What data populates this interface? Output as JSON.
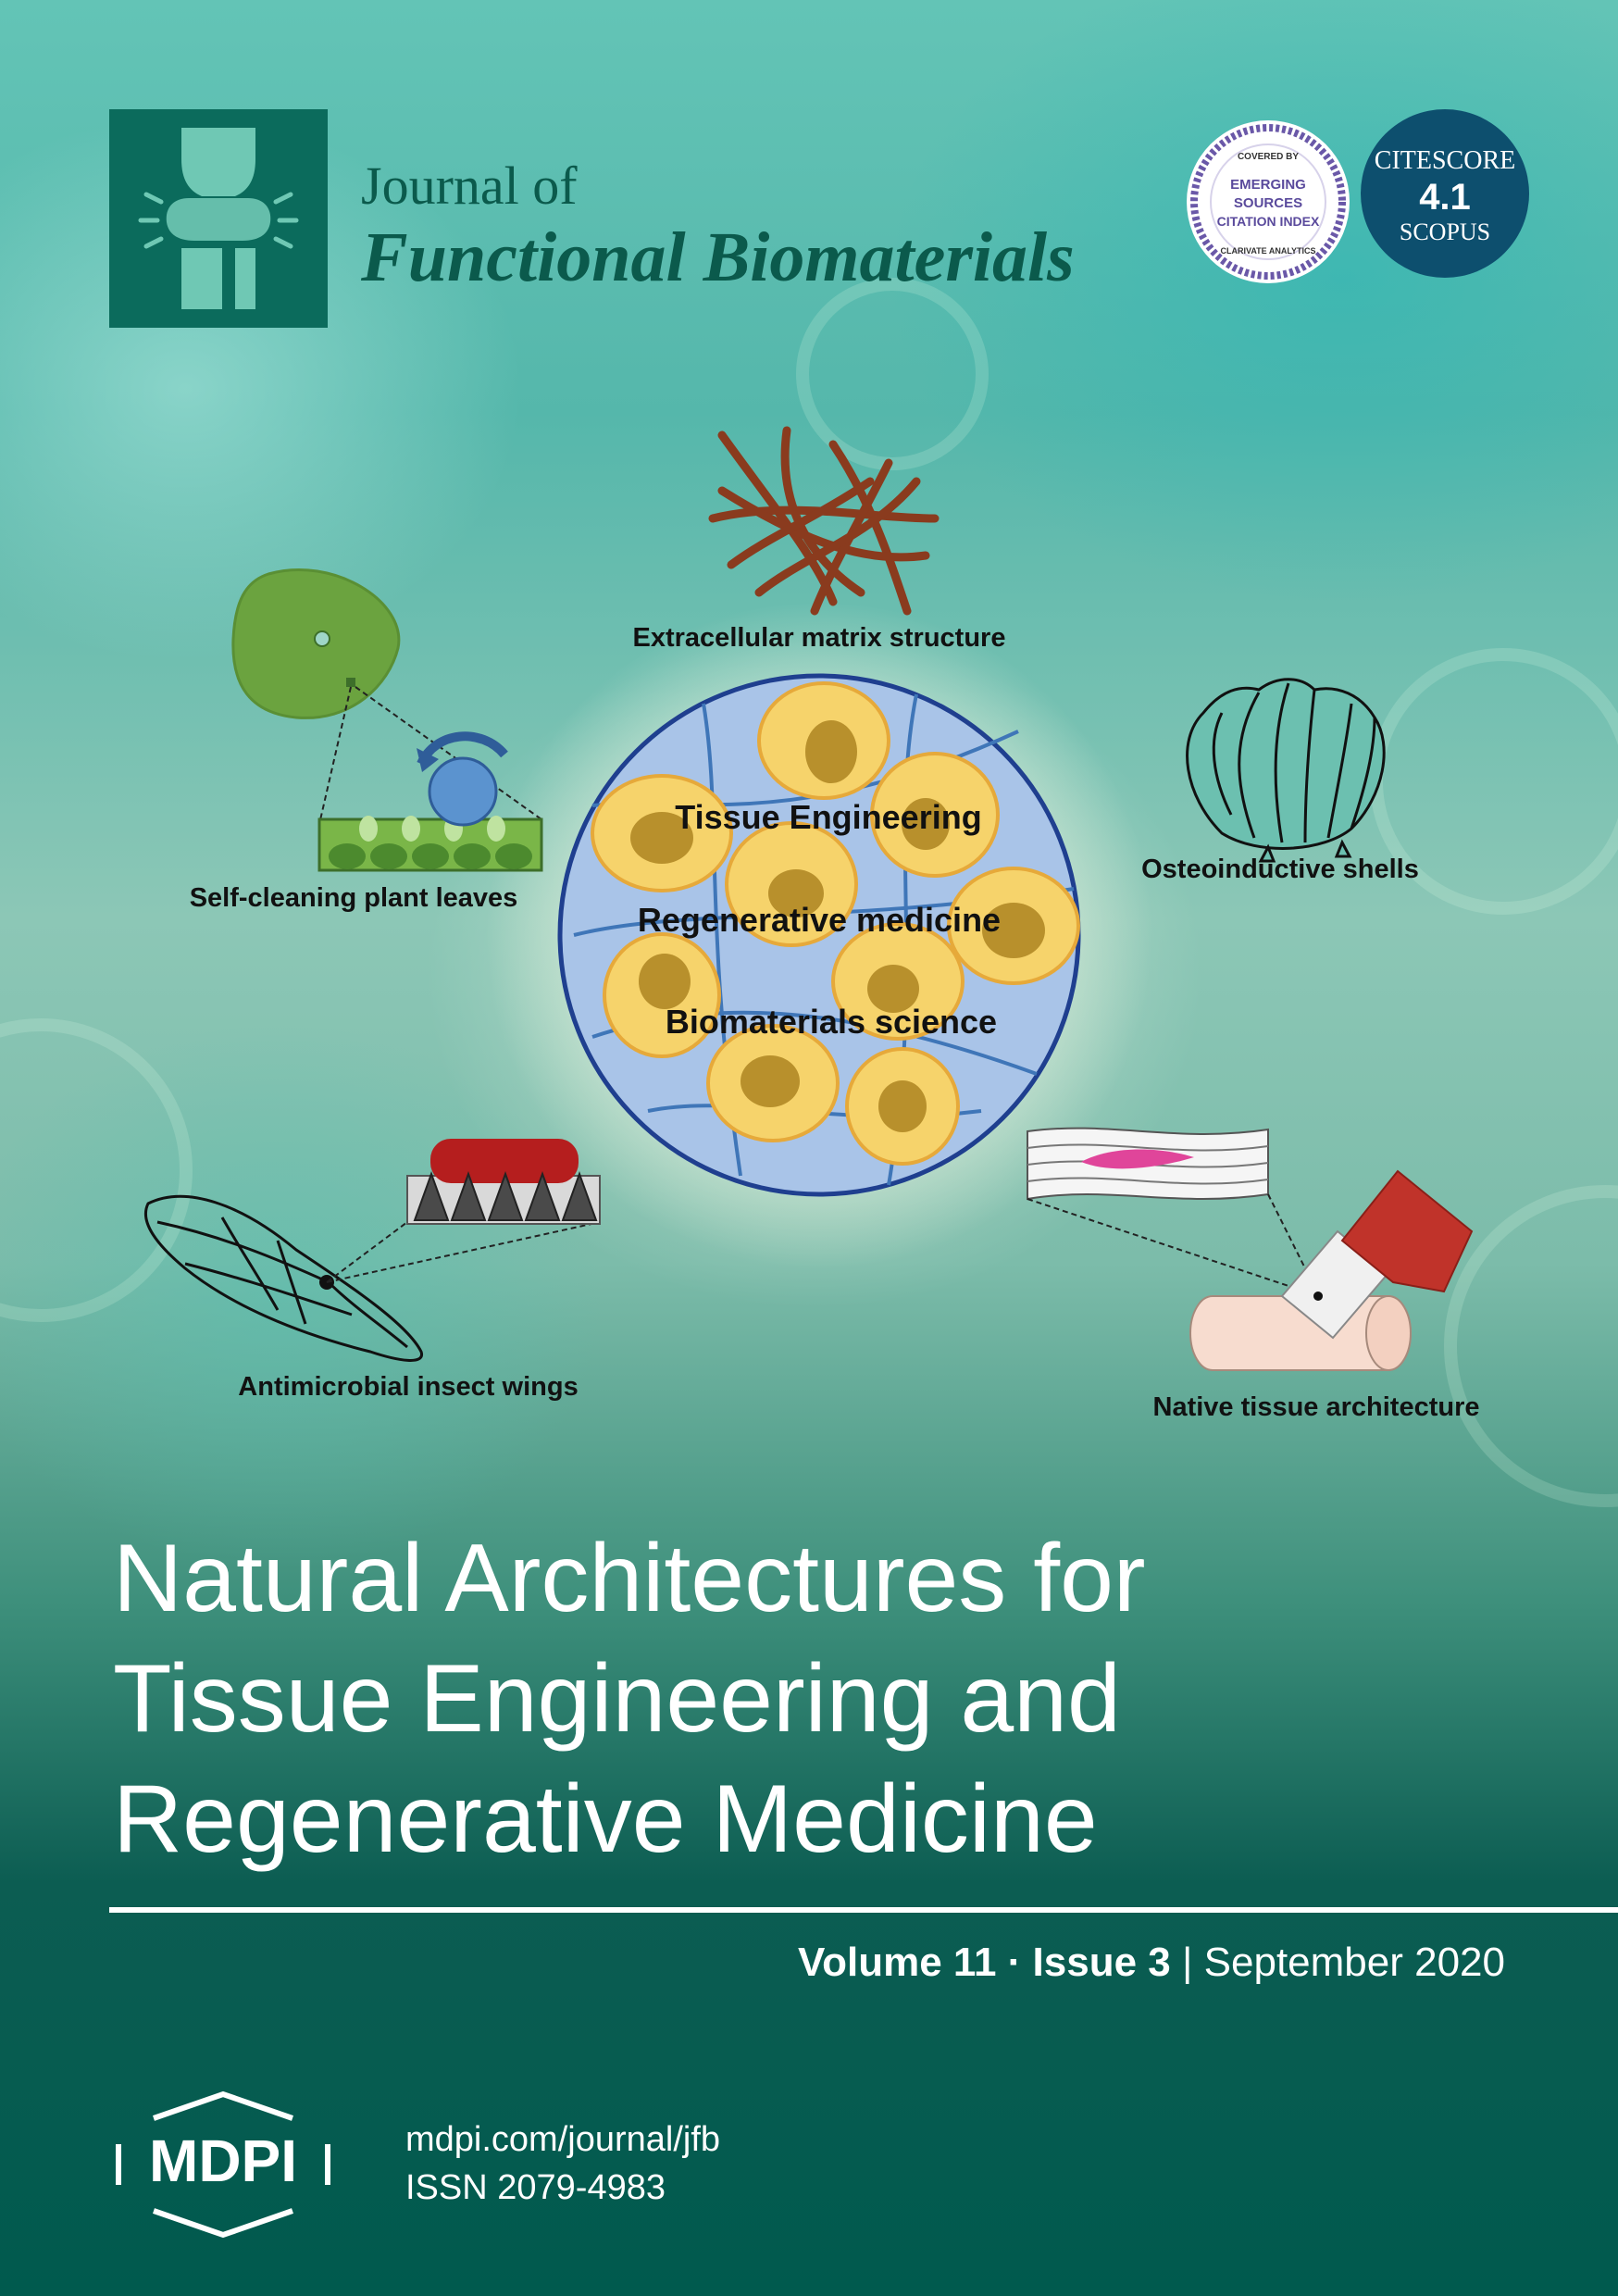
{
  "journal": {
    "title_line1": "Journal of",
    "title_line2": "Functional Biomaterials"
  },
  "badges": {
    "esci_line1": "COVERED BY",
    "esci_line2": "EMERGING",
    "esci_line3": "SOURCES",
    "esci_line4": "CITATION INDEX",
    "esci_line5": "CLARIVATE ANALYTICS",
    "citescore_label": "CITESCORE",
    "citescore_value": "4.1",
    "citescore_source": "SCOPUS"
  },
  "illustration": {
    "ecm_label": "Extracellular matrix structure",
    "leaves_label": "Self-cleaning plant leaves",
    "shells_label": "Osteoinductive shells",
    "wings_label": "Antimicrobial insect wings",
    "tissue_label": "Native tissue architecture",
    "center_line1": "Tissue Engineering",
    "center_line2": "Regenerative medicine",
    "center_line3": "Biomaterials science"
  },
  "cover": {
    "title_line1": "Natural Architectures for",
    "title_line2": "Tissue Engineering and",
    "title_line3": "Regenerative Medicine",
    "volume": "Volume 11",
    "separator": " · ",
    "issue": "Issue 3",
    "divider": " | ",
    "date": "September 2020"
  },
  "publisher": {
    "logo_text": "MDPI",
    "url": "mdpi.com/journal/jfb",
    "issn": "ISSN 2079-4983"
  },
  "colors": {
    "dark_green": "#005a4e",
    "journal_green": "#0b6b5c",
    "citescore_blue": "#0d4f6e",
    "cell_yellow": "#f6d36b",
    "nucleus_brown": "#b8902c",
    "sphere_blue": "#a9c4e8"
  }
}
